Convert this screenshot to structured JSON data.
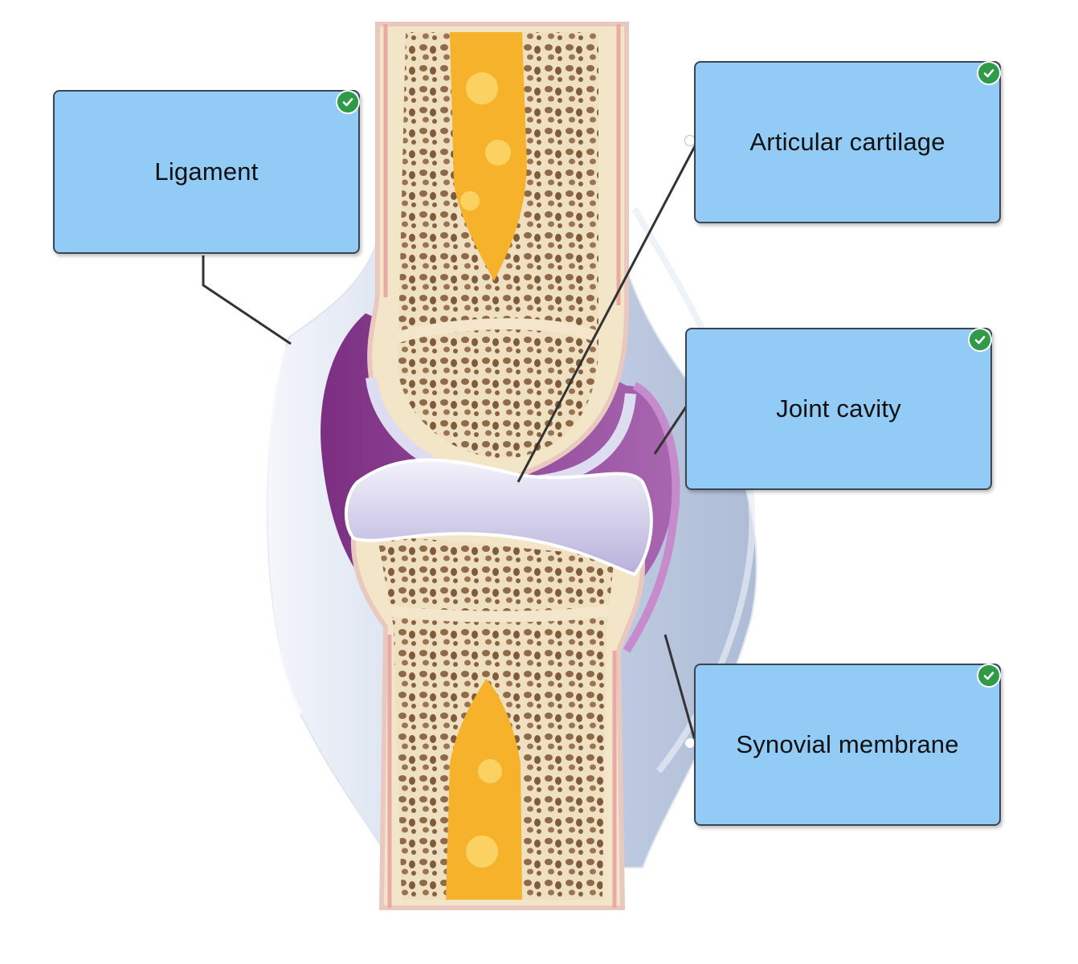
{
  "labels": [
    {
      "id": "ligament",
      "text": "Ligament",
      "status": "correct"
    },
    {
      "id": "articular-cartilage",
      "text": "Articular cartilage",
      "status": "correct"
    },
    {
      "id": "joint-cavity",
      "text": "Joint cavity",
      "status": "correct"
    },
    {
      "id": "synovial-membrane",
      "text": "Synovial membrane",
      "status": "correct"
    }
  ],
  "colors": {
    "label_fill": "#92cbf5",
    "label_border": "#3d4650",
    "check_green": "#2f9a47",
    "leader_line": "#333333",
    "bone_shell": "#f1e3c6",
    "marrow": "#f7b22c",
    "spongy_bone": "#8f6a47",
    "cavity": "#8e3f93",
    "cartilage": "#d9d5ee",
    "capsule": "#cfd9ea"
  },
  "icons": {
    "check": "checkmark-icon"
  }
}
